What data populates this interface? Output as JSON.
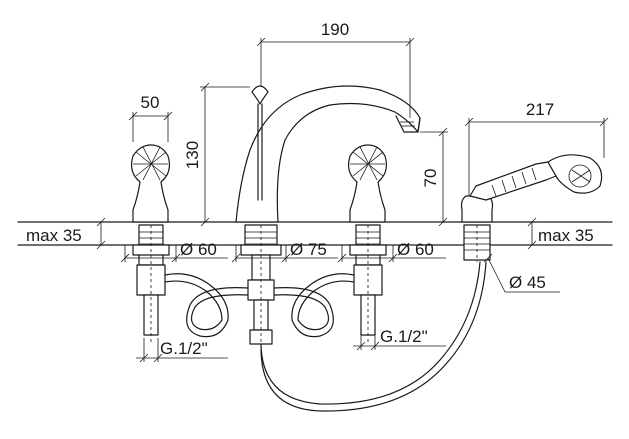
{
  "dimensions": {
    "top_spread": "190",
    "handle_width": "50",
    "spout_height": "130",
    "handset_length": "217",
    "handset_height": "70",
    "deck_left": "max 35",
    "deck_right": "max 35",
    "hole_left": "Ø 60",
    "hole_center": "Ø 75",
    "hole_right": "Ø 60",
    "hole_handset": "Ø 45",
    "thread_left": "G.1/2\"",
    "thread_right": "G.1/2\""
  }
}
